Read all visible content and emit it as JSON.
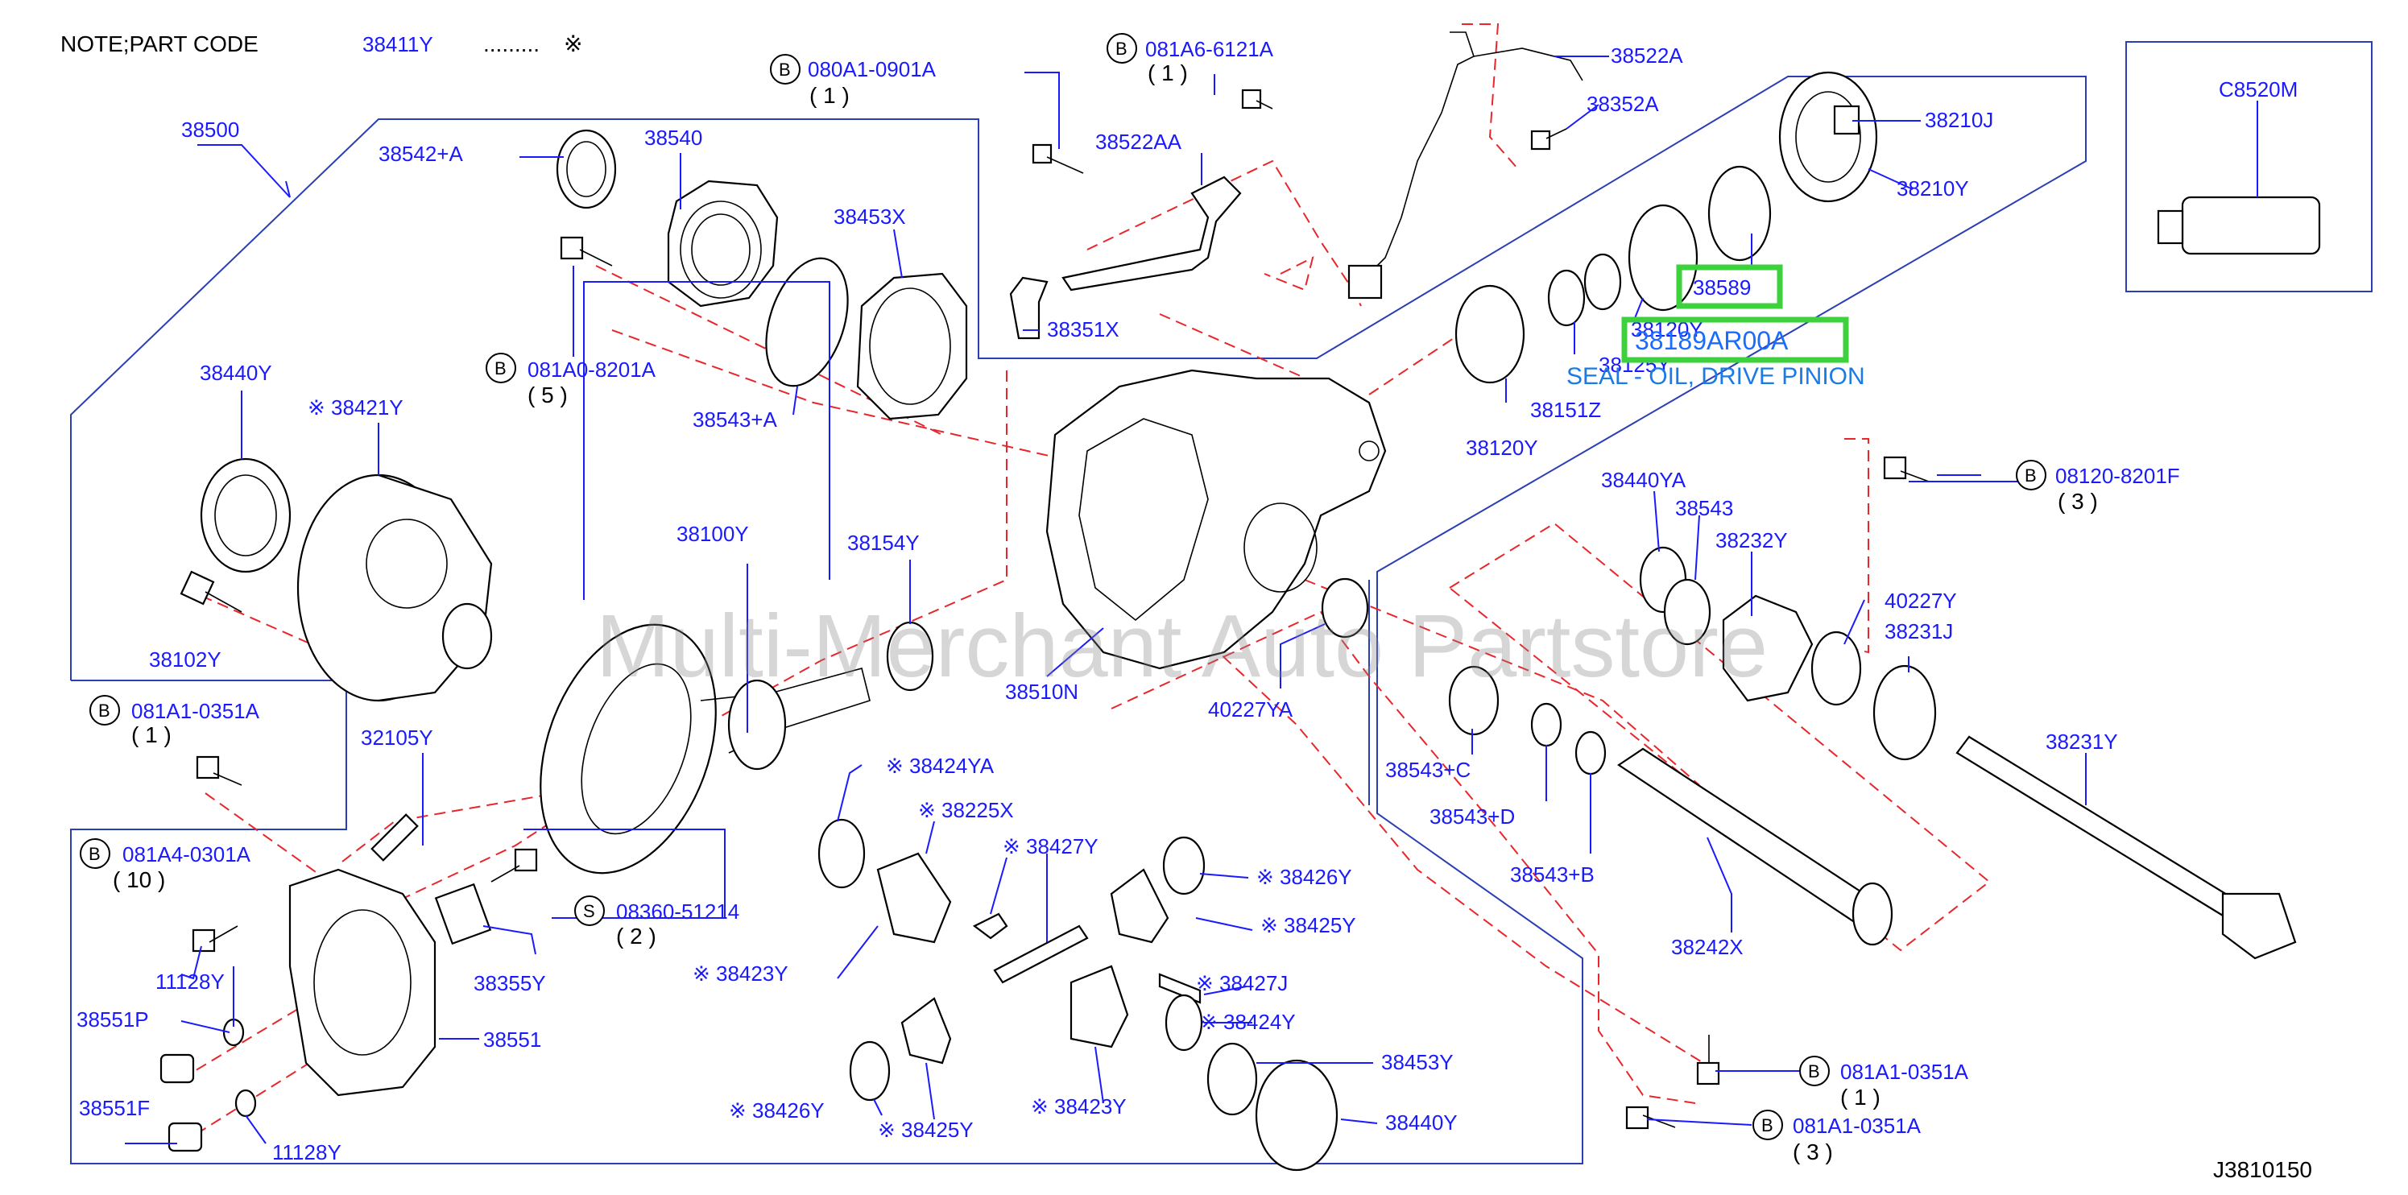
{
  "note": {
    "prefix": "NOTE;PART   CODE",
    "code": "38411Y",
    "dots": ".........",
    "mark": "※"
  },
  "watermark": "Multi-Merchant Auto Partstore",
  "diagram_id": "J3810150",
  "highlight": {
    "code": "38589",
    "part_number": "38189AR00A",
    "description": "SEAL - OIL, DRIVE PINION"
  },
  "labels": {
    "l38500": "38500",
    "l38542a": "38542+A",
    "l38540": "38540",
    "l38453x": "38453X",
    "l38543a": "38543+A",
    "l38440y_top": "38440Y",
    "l38421y": "※ 38421Y",
    "l38102y": "38102Y",
    "l38100y": "38100Y",
    "l38154y": "38154Y",
    "l38510n": "38510N",
    "l40227ya": "40227YA",
    "l38522aa": "38522AA",
    "l38351x": "38351X",
    "l38522a": "38522A",
    "l38352a": "38352A",
    "l38210j": "38210J",
    "l38210y": "38210Y",
    "l38120y_top": "38120Y",
    "l38125y": "38125Y",
    "l38151z": "38151Z",
    "l38120y": "38120Y",
    "lc8520m": "C8520M",
    "l38440ya": "38440YA",
    "l38543": "38543",
    "l38232y": "38232Y",
    "l40227y": "40227Y",
    "l38231j": "38231J",
    "l38231y": "38231Y",
    "l38543c": "38543+C",
    "l38543d": "38543+D",
    "l38543b": "38543+B",
    "l38242x": "38242X",
    "l32105y": "32105Y",
    "l38355y": "38355Y",
    "l11128y_a": "11128Y",
    "l38551p": "38551P",
    "l38551": "38551",
    "l38551f": "38551F",
    "l11128y_b": "11128Y",
    "l38424ya": "※ 38424YA",
    "l38225x": "※ 38225X",
    "l38427y": "※ 38427Y",
    "l38426y_r": "※ 38426Y",
    "l38425y_r": "※ 38425Y",
    "l38423y_a": "※ 38423Y",
    "l38427j": "※ 38427J",
    "l38424y": "※ 38424Y",
    "l38453y": "38453Y",
    "l38440y_bot": "38440Y",
    "l38426y_b": "※ 38426Y",
    "l38425y_b": "※ 38425Y",
    "l38423y_b": "※ 38423Y"
  },
  "bolts": {
    "b1": {
      "letter": "B",
      "code": "080A1-0901A",
      "qty": "( 1 )"
    },
    "b2": {
      "letter": "B",
      "code": "081A6-6121A",
      "qty": "( 1 )"
    },
    "b3": {
      "letter": "B",
      "code": "081A0-8201A",
      "qty": "( 5 )"
    },
    "b4": {
      "letter": "B",
      "code": "08120-8201F",
      "qty": "( 3 )"
    },
    "b5": {
      "letter": "B",
      "code": "081A1-0351A",
      "qty": "( 1 )"
    },
    "b6": {
      "letter": "B",
      "code": "081A4-0301A",
      "qty": "( 10 )"
    },
    "s1": {
      "letter": "S",
      "code": "08360-51214",
      "qty": "( 2     )"
    },
    "b7": {
      "letter": "B",
      "code": "081A1-0351A",
      "qty": "( 1 )"
    },
    "b8": {
      "letter": "B",
      "code": "081A1-0351A",
      "qty": "( 3 )"
    }
  },
  "colors": {
    "label": "#1a1aff",
    "box": "#2a3fb5",
    "dashed": "#e8262b",
    "highlight": "#3dd13d"
  }
}
